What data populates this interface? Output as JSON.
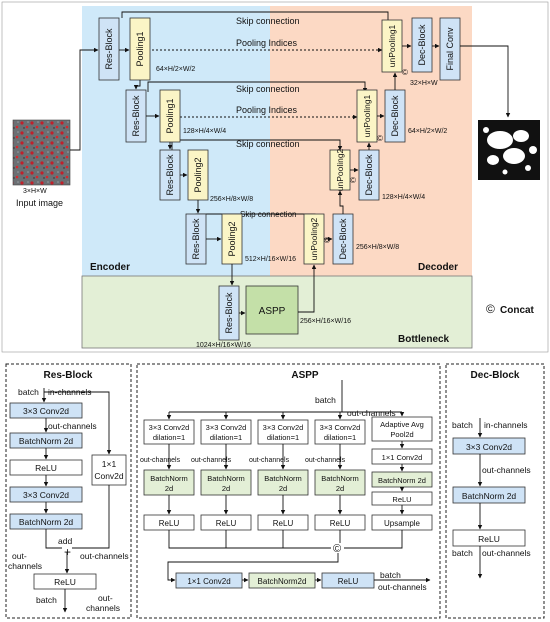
{
  "top": {
    "input_label": "Input image",
    "input_dim": "3×H×W",
    "encoder_label": "Encoder",
    "decoder_label": "Decoder",
    "bottleneck_label": "Bottleneck",
    "concat_symbol": "©",
    "concat_label": "Concat",
    "skip_label": "Skip connection",
    "pool_idx_label": "Pooling Indices",
    "resblock": "Res-Block",
    "decblock": "Dec-Block",
    "final_conv": "Final Conv",
    "aspp": "ASPP",
    "pool1": "Pooling1",
    "pool2": "Pooling2",
    "unpool1": "unPooling1",
    "unpool2": "unPooling2",
    "dims": {
      "e1": "64×H/2×W/2",
      "e2": "128×H/4×W/4",
      "e3": "256×H/8×W/8",
      "e4": "512×H/16×W/16",
      "b": "1024×H/16×W/16",
      "b_out": "256×H/16×W/16",
      "d4": "256×H/8×W/8",
      "d3": "128×H/4×W/4",
      "d2": "64×H/2×W/2",
      "d1": "32×H×W"
    }
  },
  "resblock_panel": {
    "title": "Res-Block",
    "batch": "batch",
    "in_channels": "in-channels",
    "conv1": "3×3 Conv2d",
    "out_channels": "out-channels",
    "bn1": "BatchNorm 2d",
    "relu1": "ReLU",
    "conv2": "3×3 Conv2d",
    "bn2": "BatchNorm 2d",
    "shortcut_l1": "1×1",
    "shortcut_l2": "Conv2d",
    "add": "add",
    "plus": "+",
    "out_l1": "out-",
    "out_l2": "channels",
    "out_r": "out-channels",
    "relu2": "ReLU",
    "batch_out": "batch",
    "out_ch2_l1": "out-",
    "out_ch2_l2": "channels"
  },
  "aspp_panel": {
    "title": "ASPP",
    "batch": "batch",
    "out_channels": "out-channels",
    "conv_l1": "3×3 Conv2d",
    "conv_l2": "dilation=1",
    "adaptive_l1": "Adaptive Avg",
    "adaptive_l2": "Pool2d",
    "conv1x1": "1×1 Conv2d",
    "bn_l1": "BatchNorm",
    "bn_l2": "2d",
    "bn_single": "BatchNorm 2d",
    "relu": "ReLU",
    "upsample": "Upsample",
    "concat": "©",
    "final_conv": "1×1 Conv2d",
    "final_bn": "BatchNorm2d",
    "final_relu": "ReLU",
    "batch_out": "batch",
    "out_channels_out": "out-channels"
  },
  "dec_panel": {
    "title": "Dec-Block",
    "batch": "batch",
    "in_channels": "in-channels",
    "conv": "3×3 Conv2d",
    "out_channels": "out-channels",
    "bn": "BatchNorm 2d",
    "relu": "ReLU",
    "batch_out": "batch",
    "out_channels_out": "out-channels"
  },
  "colors": {
    "encoder_bg": "#cfe9f9",
    "decoder_bg": "#fcd9c4",
    "bottleneck_bg": "#e3efd6",
    "block_blue": "#cfe3f6",
    "block_yellow": "#fbf5c6",
    "aspp_green": "#c4e0a8"
  }
}
